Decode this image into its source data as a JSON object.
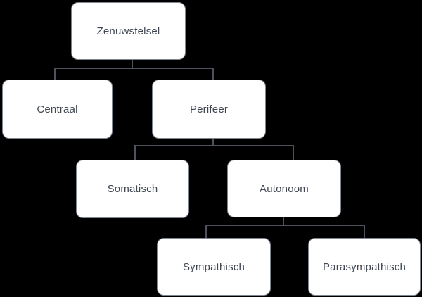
{
  "diagram": {
    "type": "tree",
    "language": "nl",
    "colors": {
      "background": "#000000",
      "node_fill": "#ffffff",
      "node_border": "#80868f",
      "connector": "#4d525c",
      "text": "#3f4651"
    },
    "nodes": {
      "zenuwstelsel": {
        "label": "Zenuwstelsel"
      },
      "centraal": {
        "label": "Centraal"
      },
      "perifeer": {
        "label": "Perifeer"
      },
      "somatisch": {
        "label": "Somatisch"
      },
      "autonoom": {
        "label": "Autonoom"
      },
      "sympathisch": {
        "label": "Sympathisch"
      },
      "parasympathisch": {
        "label": "Parasympathisch"
      }
    },
    "hierarchy": {
      "label": "Zenuwstelsel",
      "children": [
        {
          "label": "Centraal",
          "children": []
        },
        {
          "label": "Perifeer",
          "children": [
            {
              "label": "Somatisch",
              "children": []
            },
            {
              "label": "Autonoom",
              "children": [
                {
                  "label": "Sympathisch",
                  "children": []
                },
                {
                  "label": "Parasympathisch",
                  "children": []
                }
              ]
            }
          ]
        }
      ]
    },
    "edges": [
      {
        "from": "Zenuwstelsel",
        "to": "Centraal"
      },
      {
        "from": "Zenuwstelsel",
        "to": "Perifeer"
      },
      {
        "from": "Perifeer",
        "to": "Somatisch"
      },
      {
        "from": "Perifeer",
        "to": "Autonoom"
      },
      {
        "from": "Autonoom",
        "to": "Sympathisch"
      },
      {
        "from": "Autonoom",
        "to": "Parasympathisch"
      }
    ]
  }
}
